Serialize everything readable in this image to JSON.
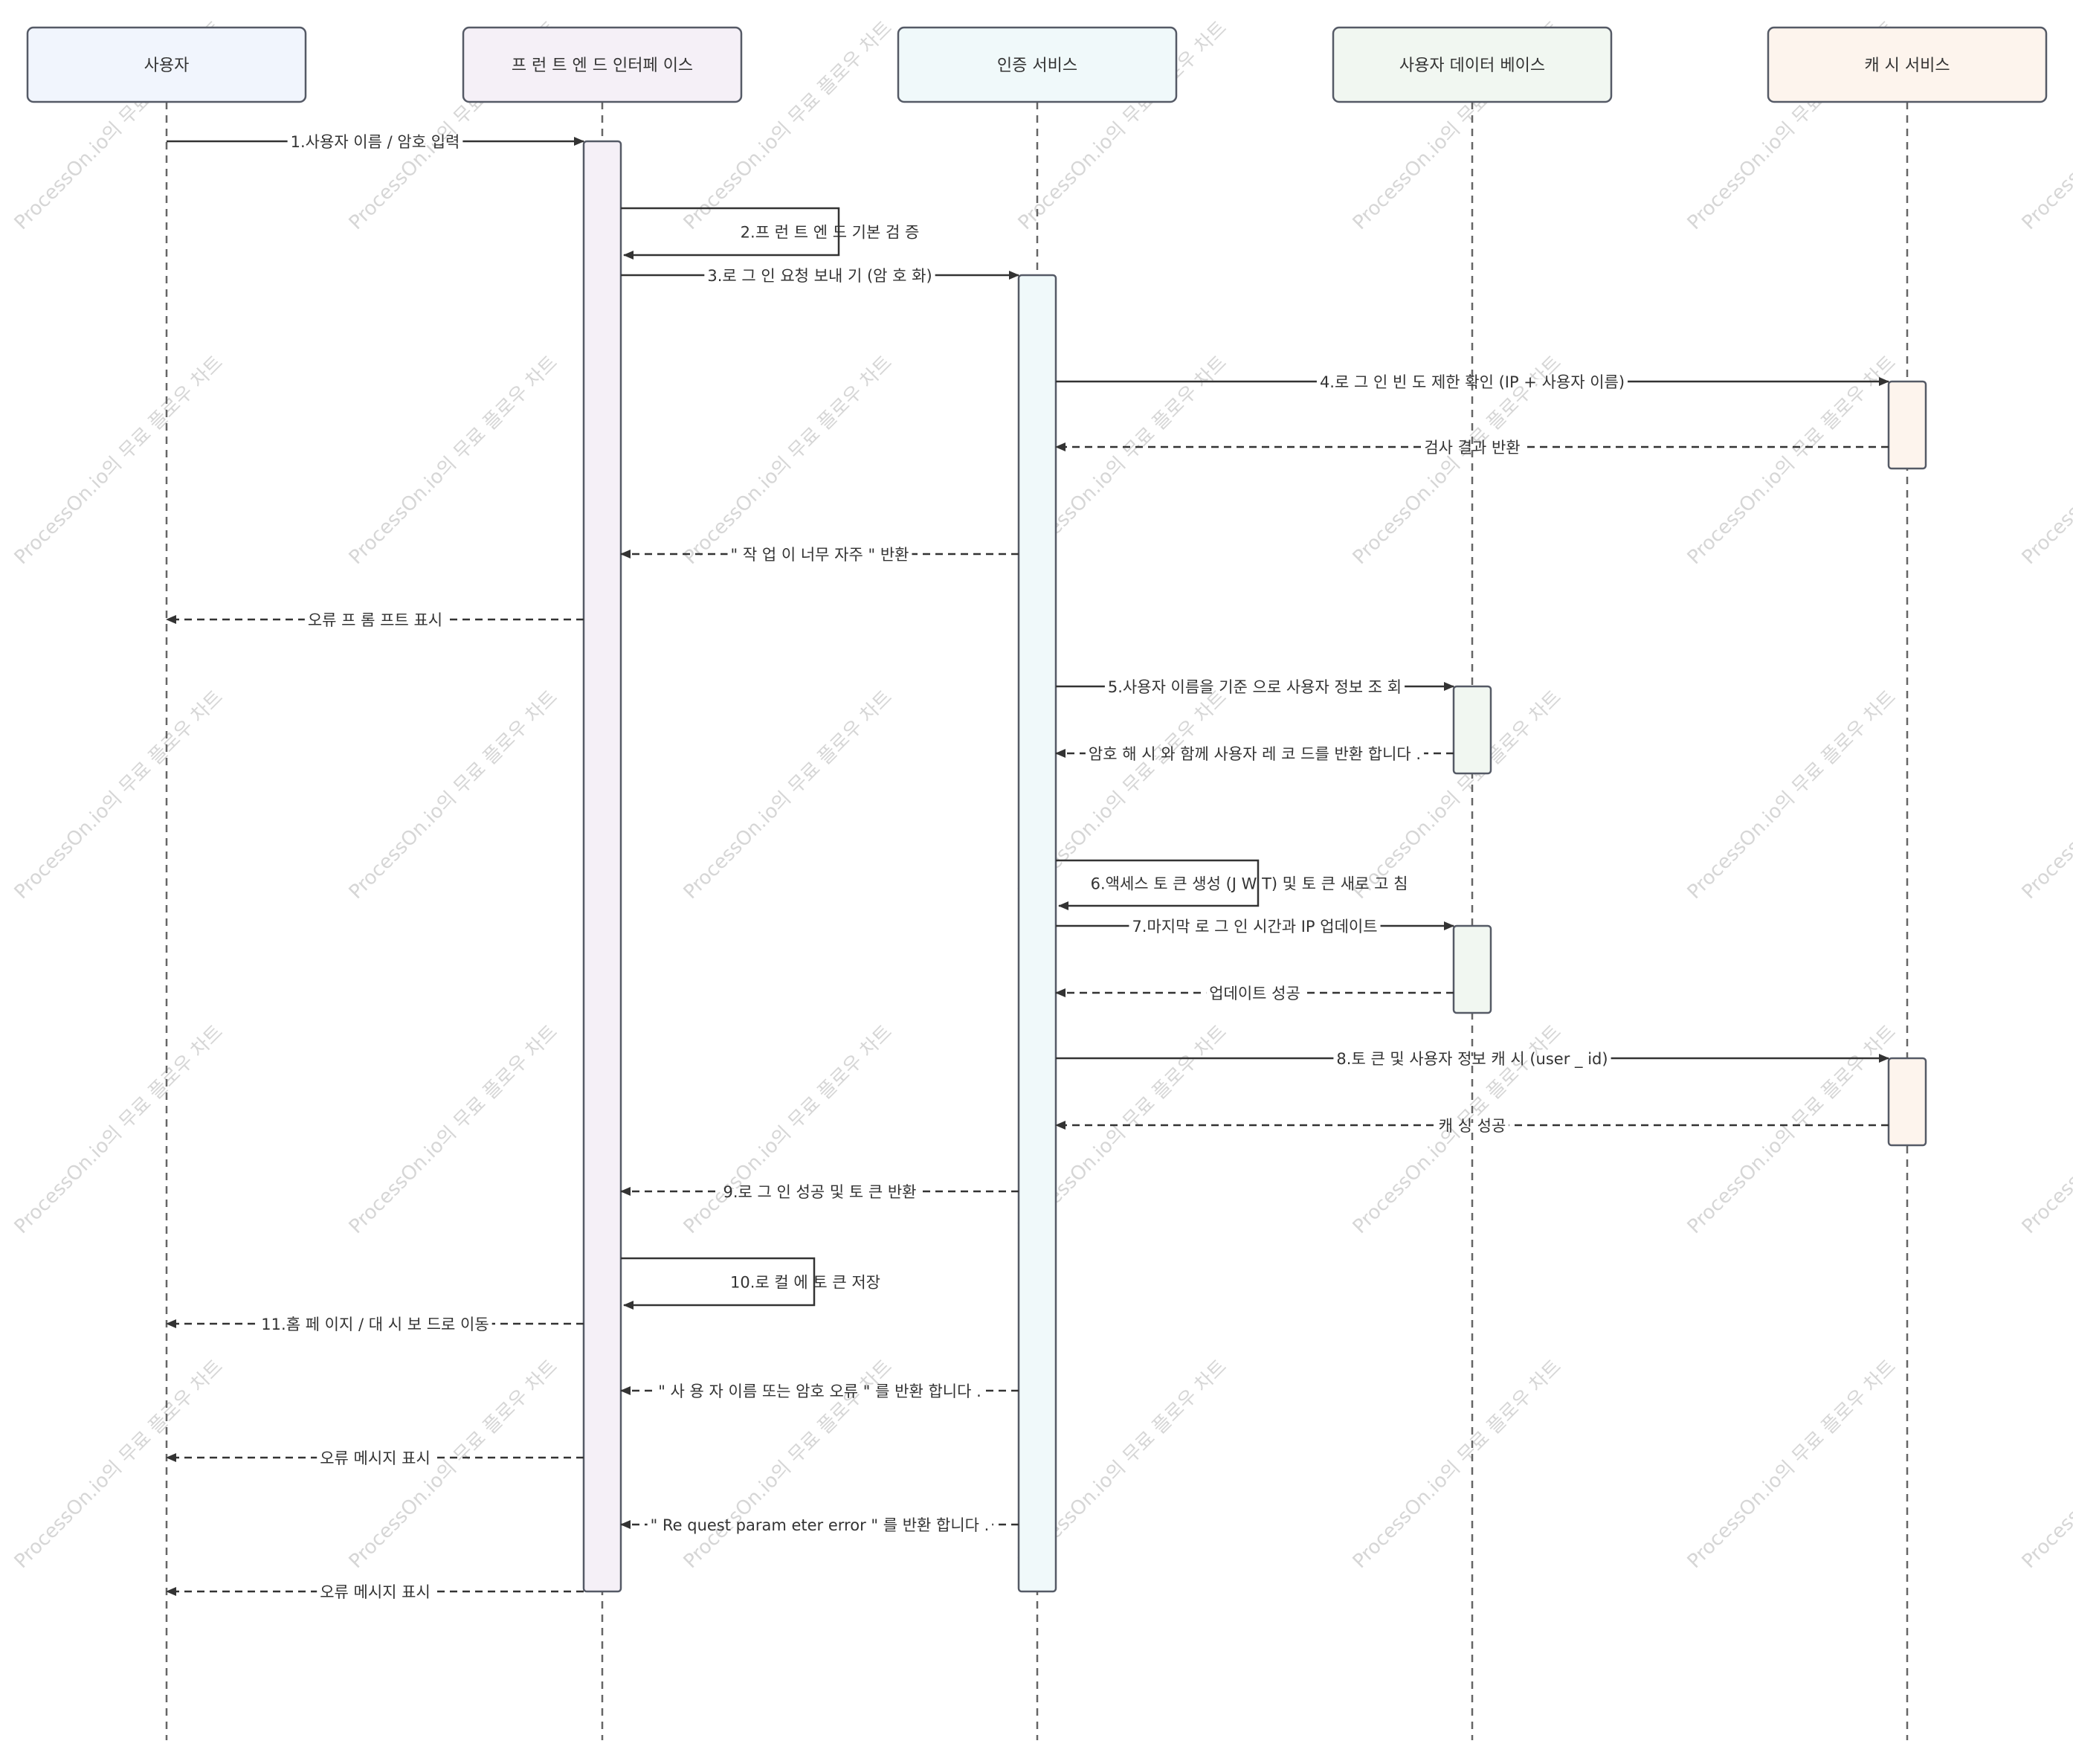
{
  "actors": [
    {
      "label": "사용자",
      "fill": "#f1f5fd"
    },
    {
      "label": "프 런 트 엔 드 인터페 이스",
      "fill": "#f5f0f7"
    },
    {
      "label": "인증 서비스",
      "fill": "#f0f9fa"
    },
    {
      "label": "사용자 데이터 베이스",
      "fill": "#f1f7f1"
    },
    {
      "label": "캐 시 서비스",
      "fill": "#fdf4ed"
    }
  ],
  "messages": [
    {
      "label": "1.사용자 이름 / 암호 입력",
      "from": 0,
      "to": 1,
      "style": "solid"
    },
    {
      "label": "2.프 런 트 엔 드 기본 검 증",
      "from": 1,
      "to": 1,
      "style": "self"
    },
    {
      "label": "3.로 그 인 요청 보내 기 (암 호 화)",
      "from": 1,
      "to": 2,
      "style": "solid"
    },
    {
      "label": "4.로 그 인 빈 도 제한 확인 (IP + 사용자 이름)",
      "from": 2,
      "to": 4,
      "style": "solid"
    },
    {
      "label": "검사 결과 반환",
      "from": 4,
      "to": 2,
      "style": "dashed"
    },
    {
      "label": "\" 작 업 이 너무 자주 \" 반환",
      "from": 2,
      "to": 1,
      "style": "dashed"
    },
    {
      "label": "오류 프 롬 프트 표시",
      "from": 1,
      "to": 0,
      "style": "dashed"
    },
    {
      "label": "5.사용자 이름을 기준 으로 사용자 정보 조 회",
      "from": 2,
      "to": 3,
      "style": "solid"
    },
    {
      "label": "암호 해 시 와 함께 사용자 레 코 드를 반환 합니다 .",
      "from": 3,
      "to": 2,
      "style": "dashed"
    },
    {
      "label": "6.액세스 토 큰 생성 (J W T) 및 토 큰 새로 고 침",
      "from": 2,
      "to": 2,
      "style": "self"
    },
    {
      "label": "7.마지막 로 그 인 시간과 IP 업데이트",
      "from": 2,
      "to": 3,
      "style": "solid"
    },
    {
      "label": "업데이트 성공",
      "from": 3,
      "to": 2,
      "style": "dashed"
    },
    {
      "label": "8.토 큰 및 사용자 정보 캐 시 (user _ id)",
      "from": 2,
      "to": 4,
      "style": "solid"
    },
    {
      "label": "캐 싱 성공",
      "from": 4,
      "to": 2,
      "style": "dashed"
    },
    {
      "label": "9.로 그 인 성공 및 토 큰 반환",
      "from": 2,
      "to": 1,
      "style": "dashed"
    },
    {
      "label": "10.로 컬 에 토 큰 저장",
      "from": 1,
      "to": 1,
      "style": "self"
    },
    {
      "label": "11.홈 페 이지 / 대 시 보 드로 이동",
      "from": 1,
      "to": 0,
      "style": "dashed"
    },
    {
      "label": "\" 사 용 자 이름 또는 암호 오류 \" 를 반환 합니다 .",
      "from": 2,
      "to": 1,
      "style": "dashed"
    },
    {
      "label": "오류 메시지 표시",
      "from": 1,
      "to": 0,
      "style": "dashed"
    },
    {
      "label": "\" Re quest param eter error \" 를 반환 합니다 .",
      "from": 2,
      "to": 1,
      "style": "dashed"
    },
    {
      "label": "오류 메시지 표시",
      "from": 1,
      "to": 0,
      "style": "dashed"
    }
  ],
  "watermark_text": "ProcessOn.io의 무료 플로우 차트",
  "colors": {
    "line": "#333333",
    "border": "#555a66",
    "watermark": "#d6d6d6"
  }
}
